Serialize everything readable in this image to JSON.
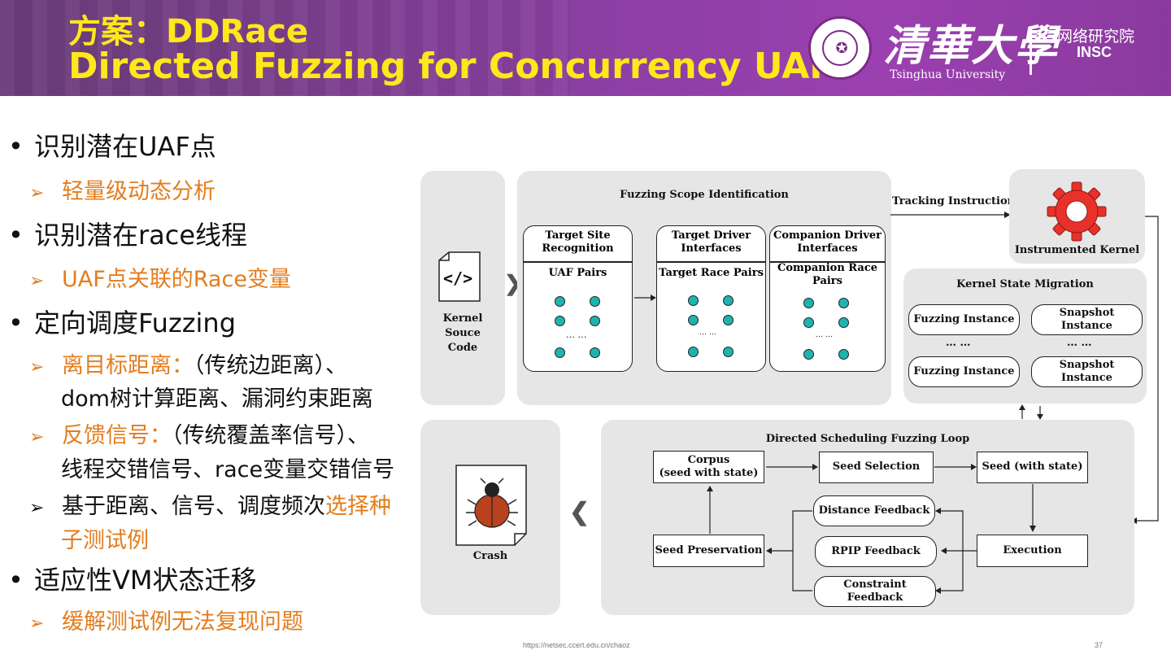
{
  "header": {
    "title_line1": "方案：DDRace",
    "title_line2": "Directed Fuzzing for Concurrency UAF",
    "university_cn": "清華大學",
    "university_en": "Tsinghua University",
    "institute_cn": "网络研究院",
    "institute_en": "INSC"
  },
  "bullets": {
    "b1": "识别潜在UAF点",
    "b1_1": "轻量级动态分析",
    "b2": "识别潜在race线程",
    "b2_1": "UAF点关联的Race变量",
    "b3": "定向调度Fuzzing",
    "b3_1_orange": "离目标距离：",
    "b3_1_black": "（传统边距离）、",
    "b3_1_cont": "dom树计算距离、漏洞约束距离",
    "b3_2_orange": "反馈信号：",
    "b3_2_black": "（传统覆盖率信号）、",
    "b3_2_cont": "线程交错信号、race变量交错信号",
    "b3_3_black": "基于距离、信号、调度频次",
    "b3_3_orange": "选择种",
    "b3_3_cont": "子测试例",
    "b4": "适应性VM状态迁移",
    "b4_1": "缓解测试例无法复现问题",
    "bullet_char": "•",
    "arrow_char": "➢"
  },
  "diagram": {
    "kernel_source_label": "Kernel Souce\nCode",
    "code_glyph": "</>",
    "scope_title": "Fuzzing Scope Identification",
    "target_site_title": "Target Site\nRecognition",
    "uaf_pairs": "UAF Pairs",
    "target_driver_title": "Target Driver\nInterfaces",
    "target_race_pairs": "Target Race Pairs",
    "companion_title": "Companion Driver\nInterfaces",
    "companion_race_pairs": "Companion Race\nPairs",
    "ellipsis": "… …",
    "tracking_instruction": "Tracking Instruction",
    "instrumented_kernel": "Instrumented Kernel",
    "migration_title": "Kernel State Migration",
    "fuzzing_instance": "Fuzzing Instance",
    "snapshot_instance": "Snapshot Instance",
    "dots": "… …",
    "loop_title": "Directed Scheduling Fuzzing Loop",
    "corpus": "Corpus\n(seed with state)",
    "seed_selection": "Seed Selection",
    "seed_with_state": "Seed (with state)",
    "distance_feedback": "Distance Feedback",
    "rpip_feedback": "RPIP Feedback",
    "constraint_feedback": "Constraint Feedback",
    "seed_preservation": "Seed Preservation",
    "execution": "Execution",
    "crash": "Crash",
    "chevron_right": "❯",
    "chevron_left": "❮"
  },
  "footer": {
    "url": "https://netsec.ccert.edu.cn/chaoz",
    "page": "37"
  },
  "colors": {
    "accent_orange": "#e37d1e",
    "title_yellow": "#ffe81a",
    "header_purple": "#8e3fa6",
    "dot_teal": "#1fb3b0",
    "gear_red": "#e8312a"
  }
}
